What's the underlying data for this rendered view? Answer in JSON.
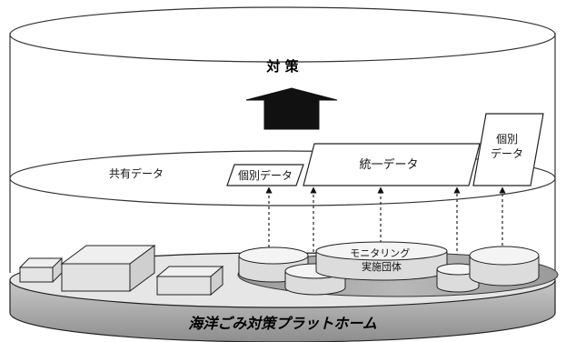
{
  "labels": {
    "top": "対 策",
    "shared_data": "共有データ",
    "individual_data_left": "個別データ",
    "unified_data": "統一データ",
    "individual_data_right": "個別\nデータ",
    "monitoring": "モニタリング\n実施団体",
    "platform": "海洋ごみ対策プラットホーム"
  },
  "colors": {
    "outline": "#222222",
    "platform_dark": "#7a7a7a",
    "platform_mid": "#bdbdbd",
    "platform_light": "#e3e3e3",
    "box_top": "#ededed",
    "box_side": "#d0d0d0",
    "cylinder": "#f2f2f2",
    "arrow_fill": "#111111"
  }
}
